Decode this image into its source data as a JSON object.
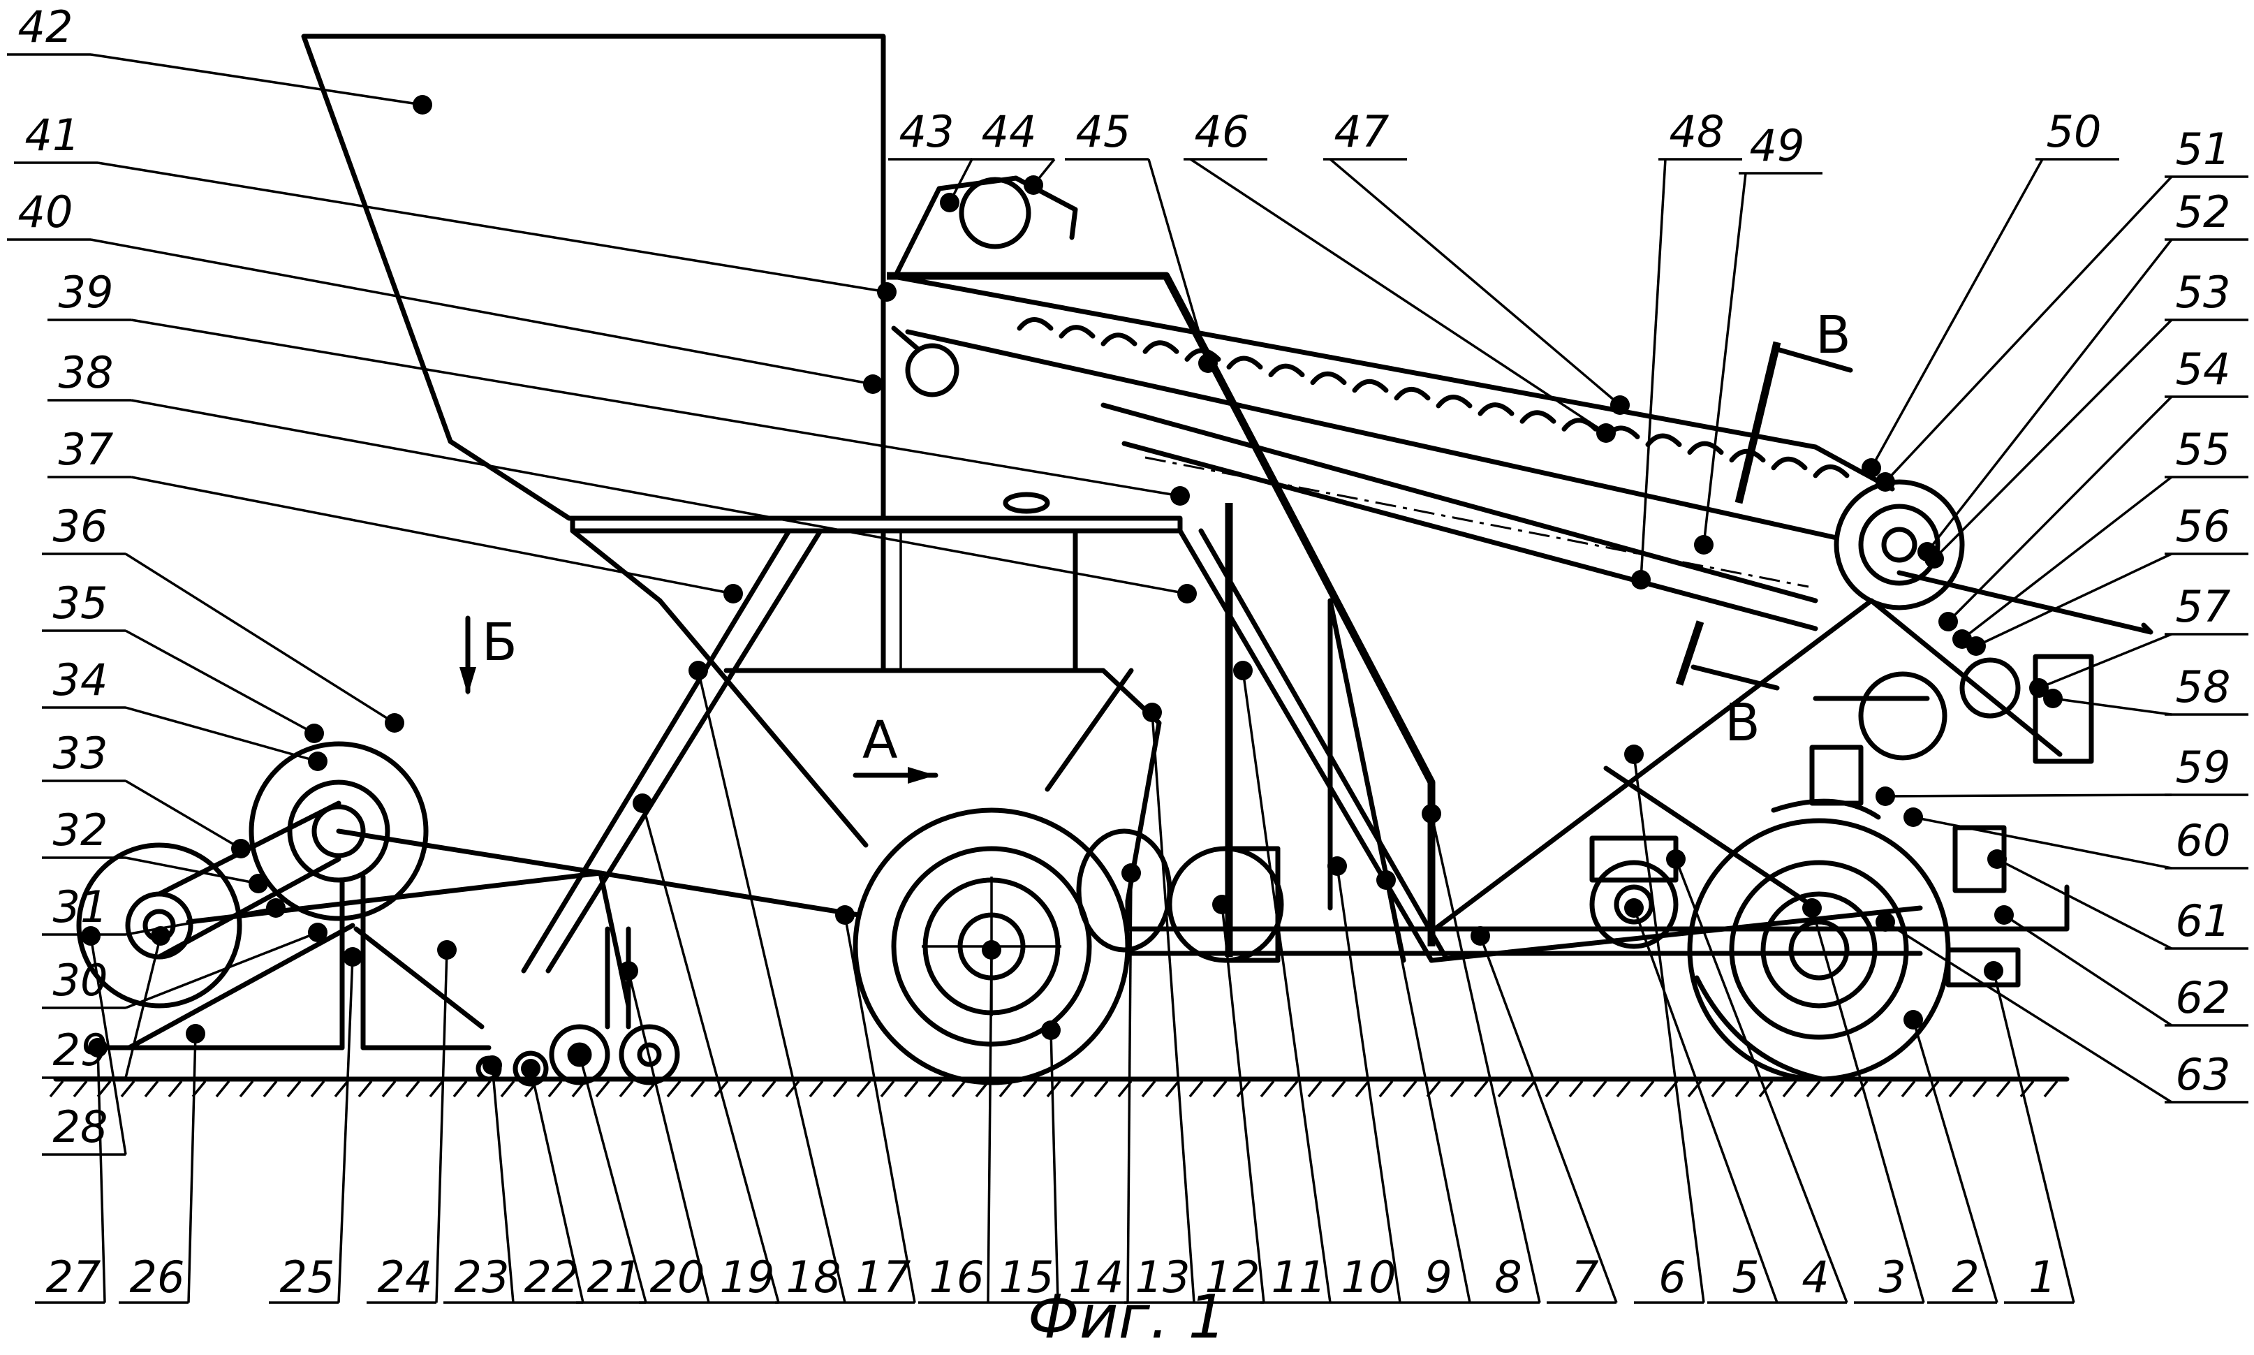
{
  "figure": {
    "caption": "Фиг. 1",
    "section_marks": {
      "A": "А",
      "B": "Б",
      "V": "В"
    }
  },
  "top_labels": [
    "42",
    "41",
    "40",
    "39",
    "38",
    "37",
    "36",
    "35",
    "34",
    "33",
    "32",
    "31",
    "30",
    "29",
    "28",
    "43",
    "44",
    "45",
    "46",
    "47",
    "48",
    "49",
    "50",
    "51",
    "52",
    "53",
    "54",
    "55",
    "56",
    "57",
    "58",
    "59",
    "60",
    "61",
    "62",
    "63"
  ],
  "bottom_labels": [
    "27",
    "26",
    "25",
    "24",
    "23",
    "22",
    "21",
    "20",
    "19",
    "18",
    "17",
    "16",
    "15",
    "14",
    "13",
    "12",
    "11",
    "10",
    "9",
    "8",
    "7",
    "6",
    "5",
    "4",
    "3",
    "2",
    "1"
  ]
}
